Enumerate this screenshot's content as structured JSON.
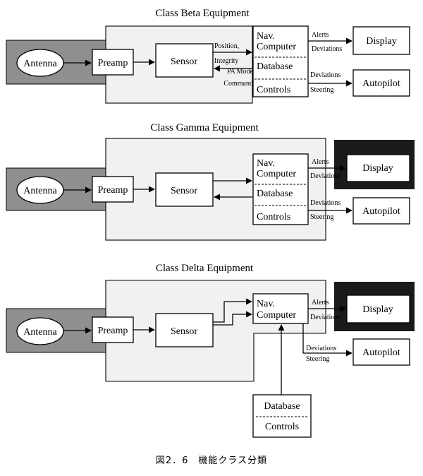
{
  "diagrams": [
    {
      "title": "Class Beta Equipment",
      "antenna": "Antenna",
      "preamp": "Preamp",
      "sensor": "Sensor",
      "nav_line1": "Nav.",
      "nav_line2": "Computer",
      "database": "Database",
      "controls": "Controls",
      "display": "Display",
      "autopilot": "Autopilot",
      "sensor_to_nav_1": "Position,",
      "sensor_to_nav_2": "Integrity",
      "nav_to_sensor_1": "PA Mode",
      "nav_to_sensor_2": "Command",
      "display_1": "Alerts",
      "display_2": "Deviations",
      "autopilot_1": "Deviations",
      "autopilot_2": "Steering"
    },
    {
      "title": "Class Gamma Equipment",
      "antenna": "Antenna",
      "preamp": "Preamp",
      "sensor": "Sensor",
      "nav_line1": "Nav.",
      "nav_line2": "Computer",
      "database": "Database",
      "controls": "Controls",
      "display": "Display",
      "autopilot": "Autopilot",
      "display_1": "Alerts",
      "display_2": "Deviations",
      "autopilot_1": "Deviations",
      "autopilot_2": "Steering"
    },
    {
      "title": "Class Delta Equipment",
      "antenna": "Antenna",
      "preamp": "Preamp",
      "sensor": "Sensor",
      "nav_line1": "Nav.",
      "nav_line2": "Computer",
      "database": "Database",
      "controls": "Controls",
      "display": "Display",
      "autopilot": "Autopilot",
      "display_1": "Alerts",
      "display_2": "Deviations",
      "autopilot_1": "Deviations",
      "autopilot_2": "Steering"
    }
  ],
  "caption": "図2．6　機能クラス分類"
}
